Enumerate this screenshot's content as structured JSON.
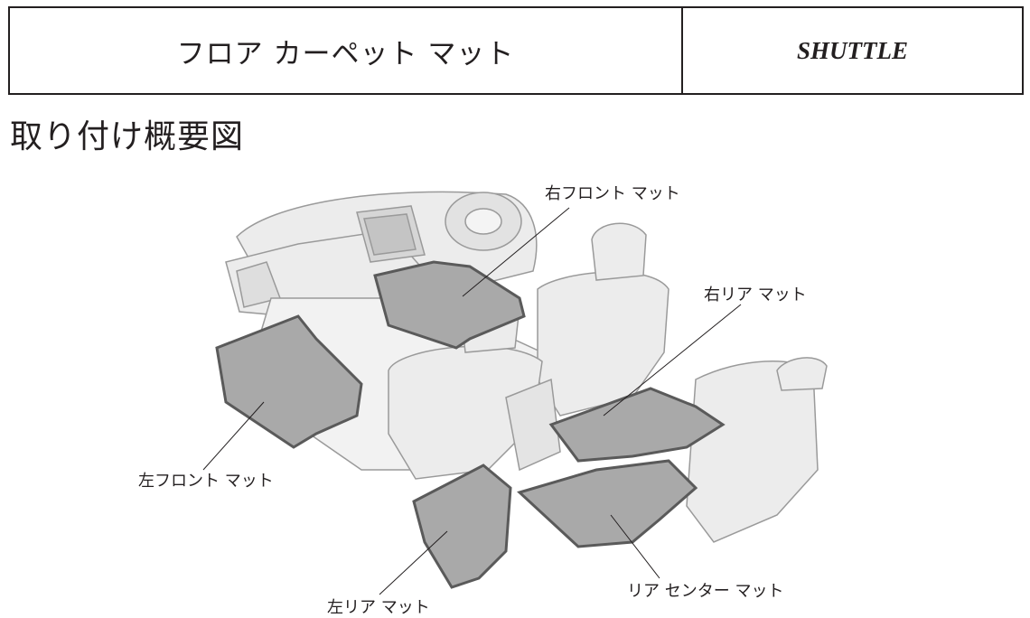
{
  "header": {
    "title": "フロア カーペット マット",
    "model": "SHUTTLE"
  },
  "section": {
    "title": "取り付け概要図"
  },
  "labels": {
    "right_front": "右フロント マット",
    "right_rear": "右リア マット",
    "left_front": "左フロント マット",
    "left_rear": "左リア マット",
    "rear_center": "リア センター マット"
  },
  "colors": {
    "mat_fill": "#a9a9a9",
    "mat_border": "#5a5a5a",
    "line": "#231f20",
    "interior_fill": "#ececec",
    "interior_stroke": "#9a9a9a"
  }
}
